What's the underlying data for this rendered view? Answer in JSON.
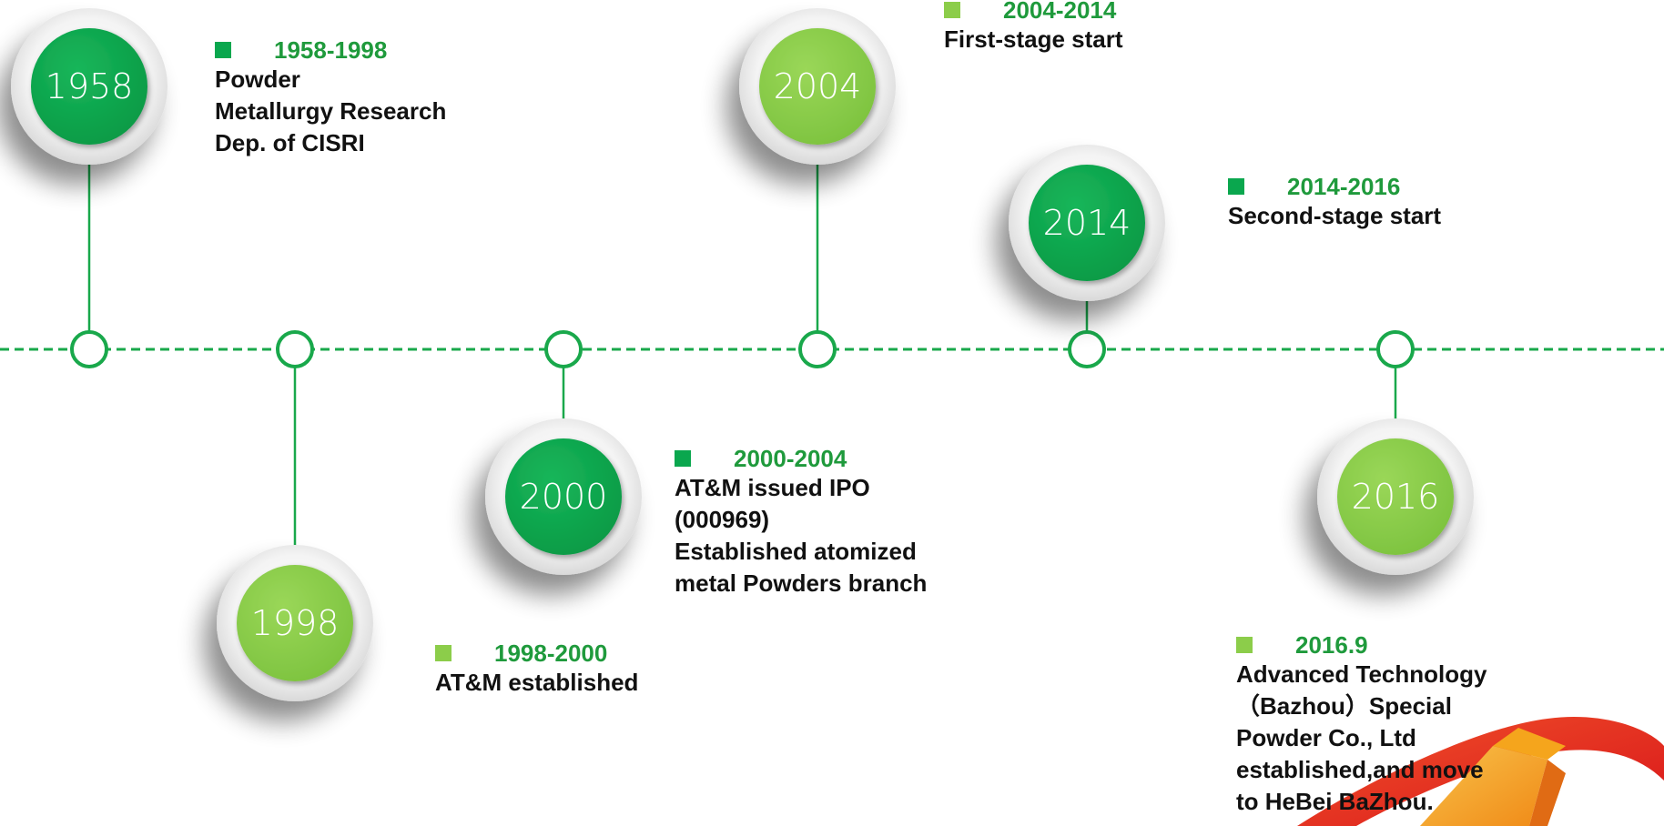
{
  "colors": {
    "dark_green": "#0aa74e",
    "light_green": "#8ccd4a",
    "line_green": "#19a84b",
    "period_green": "#1f9a3c",
    "text_dark": "#111111",
    "logo_red": "#e8251f",
    "logo_orange": "#f6a21a"
  },
  "milestones": [
    {
      "year": "1958",
      "tone": "dark",
      "period": "1958-1998",
      "lines": [
        "Powder",
        "Metallurgy Research",
        "Dep. of CISRI"
      ]
    },
    {
      "year": "1998",
      "tone": "light",
      "period": "1998-2000",
      "lines": [
        "AT&M established"
      ]
    },
    {
      "year": "2000",
      "tone": "dark",
      "period": "2000-2004",
      "lines": [
        "AT&M issued IPO",
        "(000969)",
        "Established atomized",
        "metal Powders branch"
      ]
    },
    {
      "year": "2004",
      "tone": "light",
      "period": "2004-2014",
      "lines": [
        "First-stage start"
      ]
    },
    {
      "year": "2014",
      "tone": "dark",
      "period": "2014-2016",
      "lines": [
        "Second-stage start"
      ]
    },
    {
      "year": "2016",
      "tone": "light",
      "period": "2016.9",
      "lines": [
        "Advanced Technology",
        "（Bazhou）Special",
        "Powder Co., Ltd",
        "established,and move",
        "to HeBei BaZhou."
      ]
    }
  ],
  "logo": {
    "icon": "company-logo-swoosh-icon"
  }
}
